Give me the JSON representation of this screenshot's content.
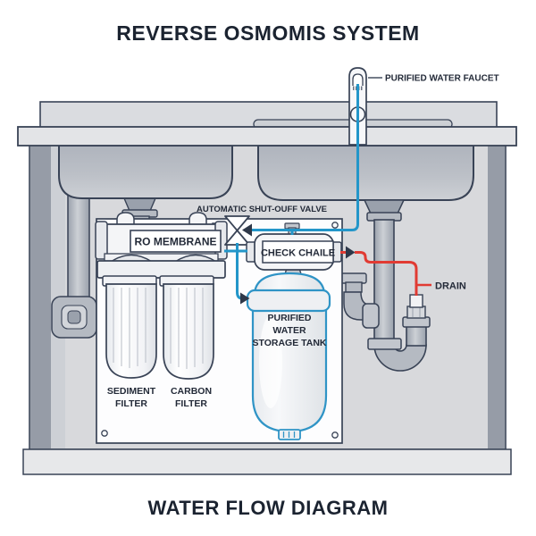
{
  "title": "REVERSE OSMOMIS SYSTEM",
  "caption": "WATER FLOW DIAGRAM",
  "labels": {
    "purified_water_faucet": "PURIFIED WATER FAUCET",
    "automatic_shutoff_valve": "AUTOMATIC SHUT-OUFF VALVE",
    "ro_membrane": "RO MEMBRANE",
    "check_valve": "CHECK CHAILE",
    "storage_tank": [
      "PURIFIED",
      "WATER",
      "STORAGE TANK"
    ],
    "sediment_filter": [
      "SEDIMENT",
      "FILTER"
    ],
    "carbon_filter": [
      "CARBON",
      "FILTER"
    ],
    "drain": "DRAIN"
  },
  "colors": {
    "tube_blue": "#2396c9",
    "tube_red": "#e13b33",
    "outline_dark": "#394356",
    "tank_outline_blue": "#2f94c6",
    "arrow_dark": "#2e3849",
    "text_dark": "#232a38"
  }
}
